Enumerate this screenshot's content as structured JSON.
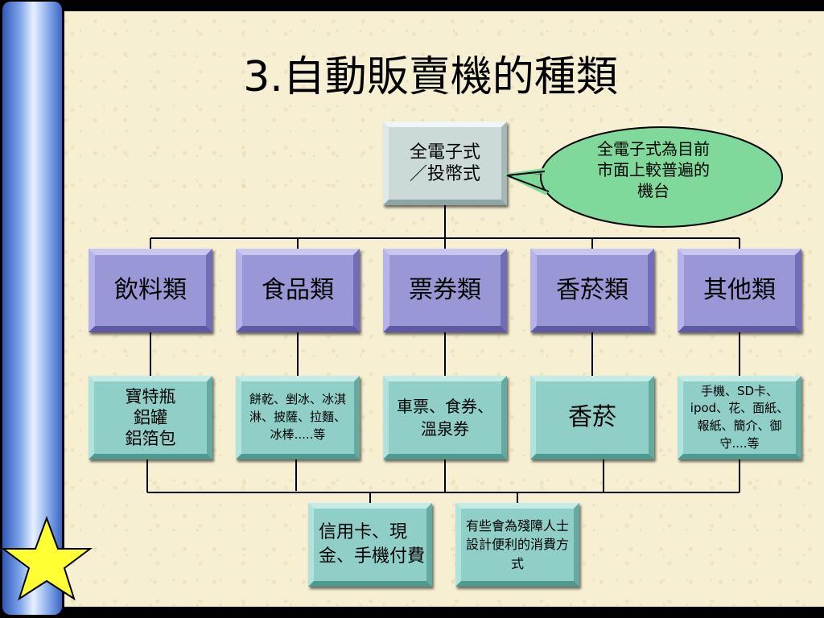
{
  "slide": {
    "title": "3.自動販賣機的種類",
    "colors": {
      "background": "#f7efd2",
      "root_box": "#cbd9d8",
      "category_box": "#9a97d6",
      "leaf_box": "#8fcfc7",
      "callout": "#7fd99a",
      "star": "#ffff33",
      "left_bar": "#7fa6ea"
    }
  },
  "diagram": {
    "root": {
      "label": "全電子式\n／投幣式"
    },
    "callout": {
      "text": "全電子式為目前\n市面上較普遍的\n機台"
    },
    "categories": [
      {
        "label": "飲料類"
      },
      {
        "label": "食品類"
      },
      {
        "label": "票券類"
      },
      {
        "label": "香菸類"
      },
      {
        "label": "其他類"
      }
    ],
    "leaves": [
      {
        "label": "寶特瓶\n鋁罐\n鋁箔包"
      },
      {
        "label": "餅乾、剉冰、冰淇淋、披薩、拉麵、冰棒.....等"
      },
      {
        "label": "車票、食券、溫泉券"
      },
      {
        "label": "香菸"
      },
      {
        "label": "手機、SD卡、ipod、花、面紙、報紙、簡介、御守....等"
      }
    ],
    "payment": [
      {
        "label": "信用卡、現金、手機付費"
      },
      {
        "label": "有些會為殘障人士設計便利的消費方式"
      }
    ]
  },
  "icons": {
    "star": "star-icon"
  }
}
